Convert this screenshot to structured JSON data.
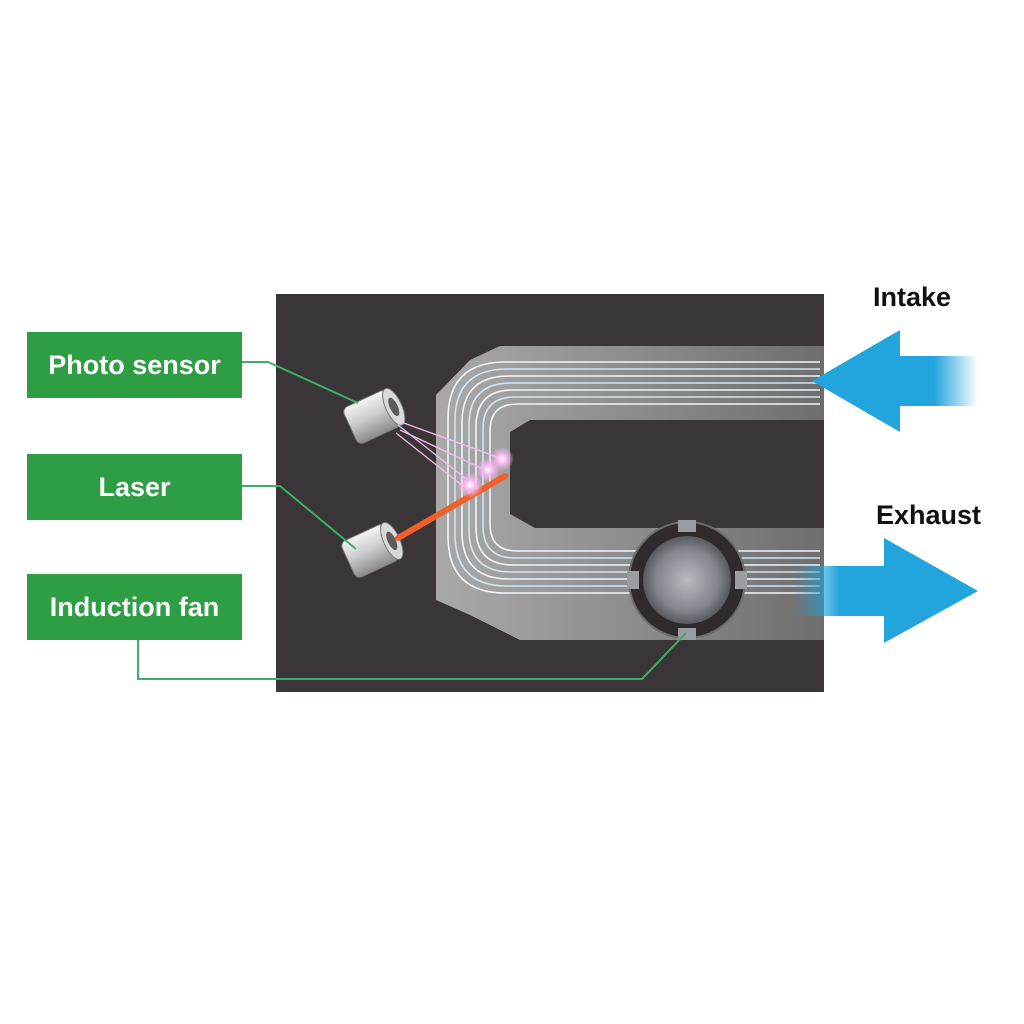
{
  "labels": {
    "photo_sensor": "Photo sensor",
    "laser": "Laser",
    "induction_fan": "Induction fan",
    "intake": "Intake",
    "exhaust": "Exhaust"
  },
  "colors": {
    "label_green": "#2e9e45",
    "leader_line": "#3fae6a",
    "housing": "#3a3536",
    "airflow": "#22a4dc",
    "laser_beam": "#f0602a"
  }
}
